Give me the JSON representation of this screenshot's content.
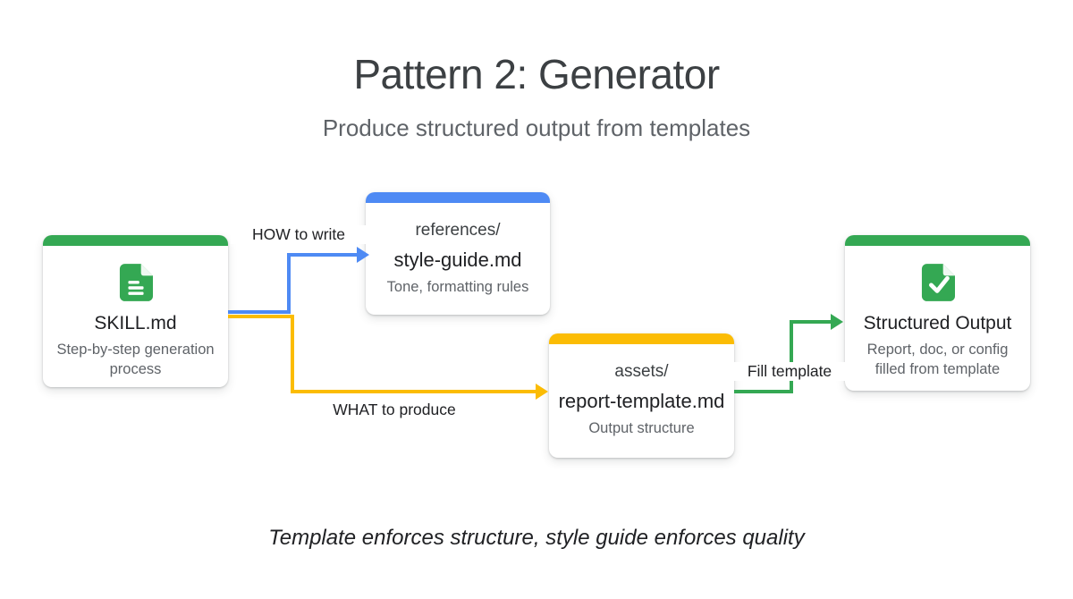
{
  "title": "Pattern 2: Generator",
  "subtitle": "Produce structured output from templates",
  "footer": "Template enforces structure, style guide enforces quality",
  "colors": {
    "green": "#34a853",
    "blue": "#4e8af4",
    "yellow": "#fbbc04",
    "heading": "#3c4043",
    "muted": "#5f6368",
    "dark": "#202124"
  },
  "nodes": {
    "skill": {
      "accent": "green",
      "icon": "document-icon",
      "title": "SKILL.md",
      "description": "Step-by-step generation process"
    },
    "references": {
      "accent": "blue",
      "path": "references/",
      "file": "style-guide.md",
      "description": "Tone, formatting rules"
    },
    "assets": {
      "accent": "yellow",
      "path": "assets/",
      "file": "report-template.md",
      "description": "Output structure"
    },
    "output": {
      "accent": "green",
      "icon": "document-check-icon",
      "title": "Structured Output",
      "description": "Report, doc, or config filled from template"
    }
  },
  "edges": {
    "how": {
      "label": "HOW to write",
      "color": "#4e8af4"
    },
    "what": {
      "label": "WHAT to produce",
      "color": "#fbbc04"
    },
    "fill": {
      "label": "Fill template",
      "color": "#34a853"
    }
  }
}
